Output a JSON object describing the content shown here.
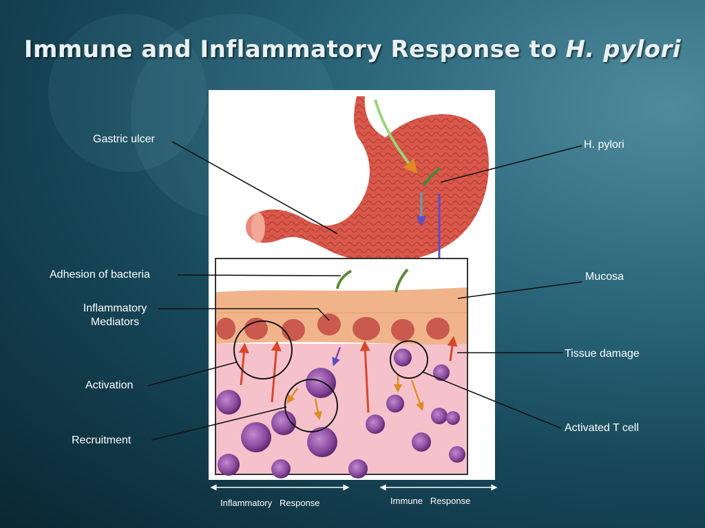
{
  "title": {
    "main": "Immune and Inflammatory Response to ",
    "italic": "H. pylori"
  },
  "labels": {
    "gastric_ulcer": "Gastric ulcer",
    "h_pylori": "H. pylori",
    "adhesion": "Adhesion of bacteria",
    "mucosa": "Mucosa",
    "inflammatory_mediators_1": "Inflammatory",
    "inflammatory_mediators_2": "Mediators",
    "tissue_damage": "Tissue damage",
    "activation": "Activation",
    "activated_t_cell": "Activated T cell",
    "recruitment": "Recruitment"
  },
  "axis": {
    "inflammatory": "Inflammatory",
    "inflammatory_response": "Response",
    "immune": "Immune",
    "immune_response": "Response"
  },
  "colors": {
    "tissue": "#f1b48a",
    "cell": "#c95a4d",
    "wbc": "#7b3b8a",
    "arrow_red": "#d9462a",
    "arrow_orange": "#e08a22"
  }
}
